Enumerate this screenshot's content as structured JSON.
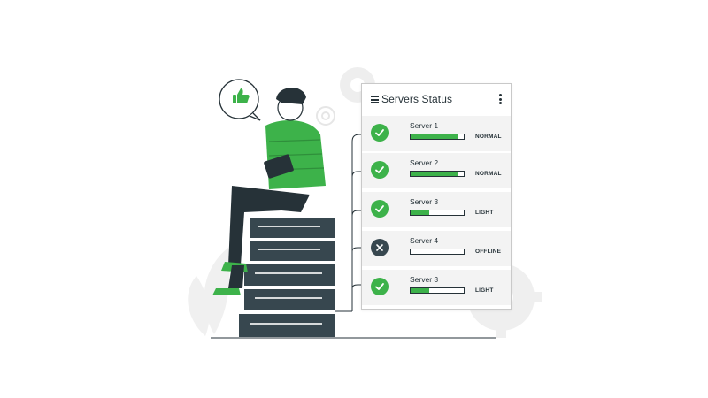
{
  "panel": {
    "title": "Servers Status",
    "menu_icon": "kebab-menu-icon",
    "list_icon": "list-icon"
  },
  "servers": [
    {
      "name": "Server 1",
      "status": "NORMAL",
      "load": 0.88,
      "online": true
    },
    {
      "name": "Server 2",
      "status": "NORMAL",
      "load": 0.88,
      "online": true
    },
    {
      "name": "Server 3",
      "status": "LIGHT",
      "load": 0.35,
      "online": true
    },
    {
      "name": "Server 4",
      "status": "OFFLINE",
      "load": 0.0,
      "online": false
    },
    {
      "name": "Server 3",
      "status": "LIGHT",
      "load": 0.35,
      "online": true
    }
  ],
  "illustration": {
    "thumbs_up_icon": "thumbs-up-icon",
    "gear_icon": "gear-icon",
    "person": "person-with-tablet",
    "server_rack": "server-rack"
  },
  "colors": {
    "accent": "#3db24a",
    "dark": "#263238",
    "offline": "#37474f"
  }
}
